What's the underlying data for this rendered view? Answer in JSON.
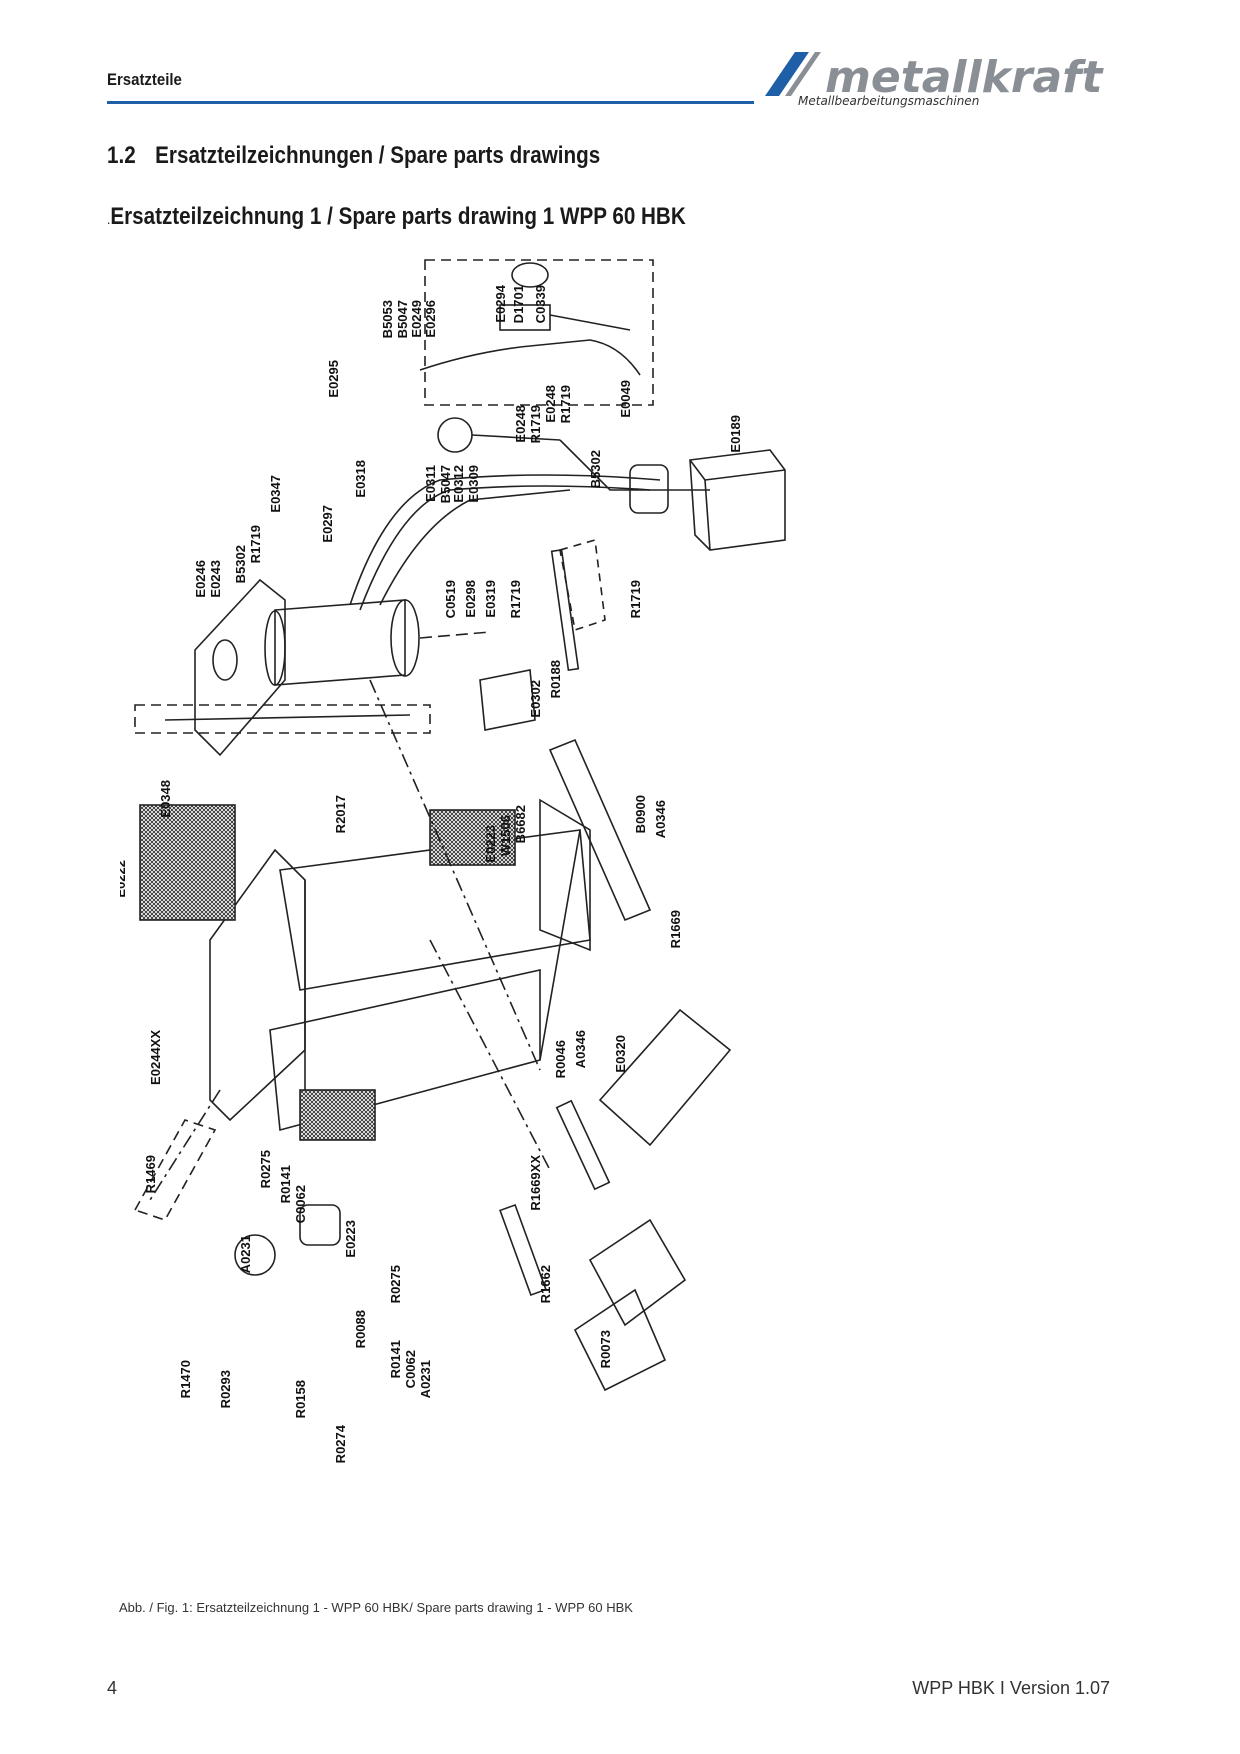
{
  "header": {
    "section_label": "Ersatzteile",
    "brand": "metallkraft",
    "brand_tagline": "Metallbearbeitungsmaschinen",
    "accent_color": "#1e5fa8"
  },
  "section": {
    "number": "1.2",
    "title": "Ersatzteilzeichnungen / Spare parts drawings"
  },
  "drawing": {
    "prefix": ".",
    "title": "Ersatzteilzeichnung 1 / Spare parts drawing 1 WPP 60 HBK",
    "part_labels": [
      "B5053",
      "B5047",
      "E0249",
      "E0296",
      "E0294",
      "D1701",
      "C0339",
      "E0295",
      "E0049",
      "E0189",
      "E0248",
      "R1719",
      "E0248",
      "R1719",
      "B5302",
      "E0318",
      "E0311",
      "B5047",
      "E0312",
      "E0309",
      "E0347",
      "E0297",
      "B5302",
      "R1719",
      "E0246",
      "E0243",
      "C0519",
      "E0298",
      "E0319",
      "R1719",
      "R1719",
      "R0188",
      "E0302",
      "E0348",
      "R2017",
      "E0223",
      "W1506",
      "B6682",
      "B0900",
      "A0346",
      "E0222",
      "R1669",
      "E0244XX",
      "E0320",
      "R0046",
      "A0346",
      "R1469",
      "R0275",
      "R0141",
      "C0062",
      "A0231",
      "E0223",
      "R1669XX",
      "R1662",
      "R0275",
      "R0088",
      "R0141",
      "C0062",
      "A0231",
      "R1470",
      "R0293",
      "R0158",
      "R0274",
      "R0073"
    ]
  },
  "caption": "Abb. / Fig. 1: Ersatzteilzeichnung 1 - WPP 60 HBK/ Spare parts drawing 1 - WPP 60 HBK",
  "footer": {
    "page_number": "4",
    "version": "WPP HBK I Version 1.07"
  }
}
